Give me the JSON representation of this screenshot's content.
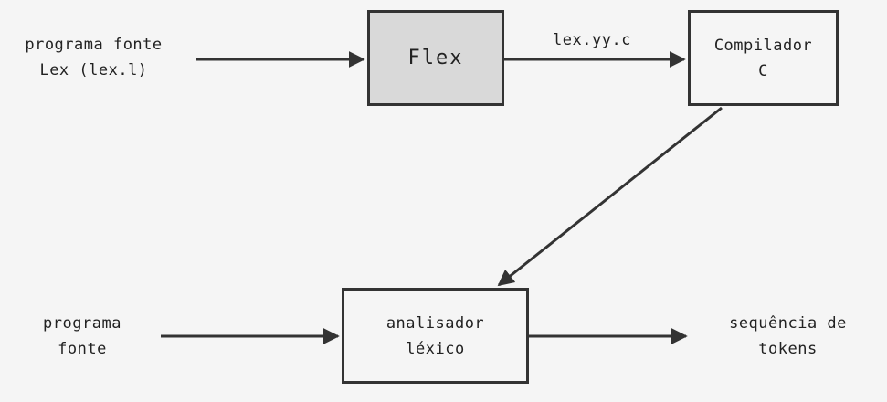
{
  "source_label": {
    "line1": "programa fonte",
    "line2": "Lex (lex.l)"
  },
  "flex_box": {
    "label": "Flex"
  },
  "edge_label": "lex.yy.c",
  "compiler_box": {
    "line1": "Compilador",
    "line2": "C"
  },
  "program_input": {
    "line1": "programa",
    "line2": "fonte"
  },
  "lexer_box": {
    "line1": "analisador",
    "line2": "léxico"
  },
  "output_label": {
    "line1": "sequência de",
    "line2": "tokens"
  }
}
